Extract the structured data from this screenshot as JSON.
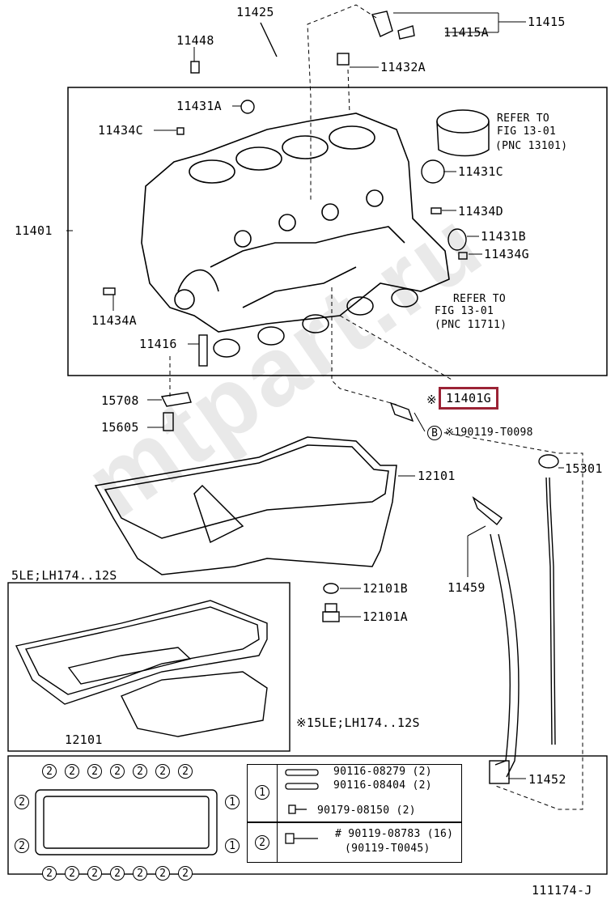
{
  "watermark": "mtpart.ru",
  "labels": {
    "p11425": "11425",
    "p11448": "11448",
    "p11415A": "11415A",
    "p11415": "11415",
    "p11432A": "11432A",
    "p11431A": "11431A",
    "p11434C": "11434C",
    "p11401": "11401",
    "refer1_a": "REFER TO",
    "refer1_b": "FIG 13-01",
    "refer1_c": "(PNC 13101)",
    "p11431C": "11431C",
    "p11434D": "11434D",
    "p11431B": "11431B",
    "p11434G": "11434G",
    "p11434A": "11434A",
    "refer2_a": "REFER TO",
    "refer2_b": "FIG 13-01",
    "refer2_c": "(PNC 11711)",
    "p11416": "11416",
    "p15708": "15708",
    "p11401G": "11401G",
    "mark1": "※",
    "p15605": "15605",
    "b_letter": "B",
    "p90119_T0098": "※190119-T0098",
    "p12101": "12101",
    "p15301": "15301",
    "variant": "5LE;LH174..12S",
    "p11459": "11459",
    "p12101B": "12101B",
    "p12101A": "12101A",
    "p12101_inset": "12101",
    "note_variant": "※15LE;LH174..12S",
    "p11452": "11452",
    "figure_code": "111174-J"
  },
  "gasket_numbers": {
    "one": "1",
    "two": "2"
  },
  "bolt_table": {
    "group1_marker": "1",
    "group2_marker": "2",
    "group1": [
      "90116-08279 (2)",
      "90116-08404 (2)",
      "90179-08150 (2)"
    ],
    "group2_line1": "# 90119-08783 (16)",
    "group2_line2": "(90119-T0045)"
  }
}
